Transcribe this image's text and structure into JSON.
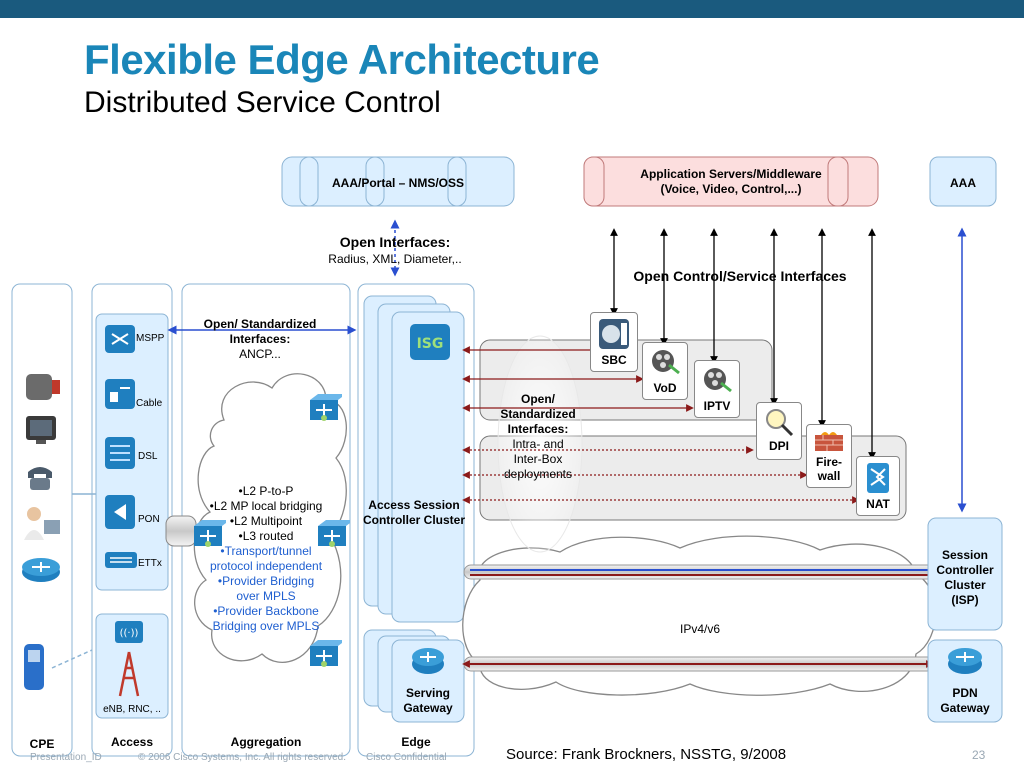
{
  "slide": {
    "title": "Flexible Edge Architecture",
    "subtitle": "Distributed Service Control"
  },
  "top": {
    "aaa_portal": "AAA/Portal – NMS/OSS",
    "app_servers_line1": "Application Servers/Middleware",
    "app_servers_line2": "(Voice, Video, Control,...)",
    "aaa": "AAA"
  },
  "interfaces": {
    "open_interfaces_title": "Open Interfaces:",
    "open_interfaces_detail": "Radius, XML, Diameter,..",
    "open_control_service": "Open Control/Service Interfaces",
    "std_title_line1": "Open/ Standardized",
    "std_title_line2": "Interfaces:",
    "std_detail": "ANCP...",
    "inter_line1": "Open/",
    "inter_line2": "Standardized",
    "inter_line3": "Interfaces:",
    "inter_line4": "Intra- and",
    "inter_line5": "Inter-Box",
    "inter_line6": "deployments"
  },
  "access": {
    "mspp": "MSPP",
    "cable": "Cable",
    "dsl": "DSL",
    "pon": "PON",
    "ettx": "ETTx",
    "enb": "eNB, RNC, .."
  },
  "aggregation": {
    "bullets": [
      "•L2 P-to-P",
      "•L2 MP local bridging",
      "•L2 Multipoint",
      "•L3 routed"
    ],
    "blue_bullets": [
      "•Transport/tunnel",
      "protocol independent",
      "•Provider Bridging",
      "over MPLS",
      "•Provider Backbone",
      "Bridging over MPLS"
    ]
  },
  "edge": {
    "asc_line1": "Access Session",
    "asc_line2": "Controller Cluster",
    "sgw_line1": "Serving",
    "sgw_line2": "Gateway"
  },
  "services": {
    "sbc": "SBC",
    "vod": "VoD",
    "iptv": "IPTV",
    "dpi": "DPI",
    "fw_line1": "Fire-",
    "fw_line2": "wall",
    "nat": "NAT"
  },
  "core": {
    "ipv": "IPv4/v6",
    "scc_line1": "Session",
    "scc_line2": "Controller",
    "scc_line3": "Cluster",
    "scc_line4": "(ISP)",
    "pdn_line1": "PDN",
    "pdn_line2": "Gateway"
  },
  "columns": {
    "cpe": "CPE",
    "access": "Access",
    "aggregation": "Aggregation",
    "edge": "Edge"
  },
  "footer": {
    "presentation_id": "Presentation_ID",
    "copyright": "© 2006 Cisco Systems, Inc. All rights reserved.",
    "confidential": "Cisco Confidential",
    "source": "Source:  Frank Brockners, NSSTG, 9/2008",
    "page": "23"
  },
  "colors": {
    "title_blue": "#1a86b8",
    "top_bar": "#1a5a7e",
    "light_blue_box": "#dcefff",
    "pink_box": "#fcdede",
    "dark_red_arrow": "#8b1a1a",
    "blue_arrow": "#2a4fd0"
  }
}
